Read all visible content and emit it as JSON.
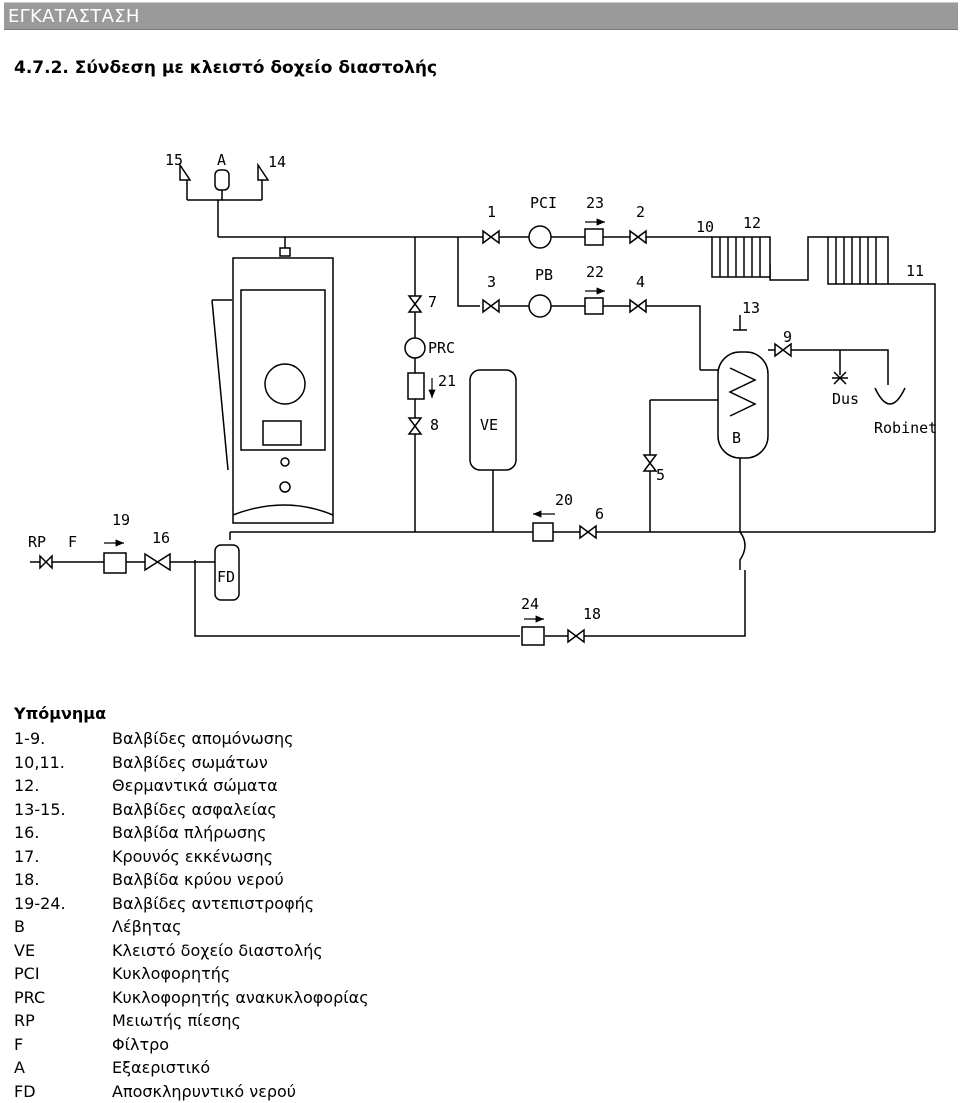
{
  "header": {
    "title": "ΕΓΚΑΤΑΣΤΑΣΗ"
  },
  "section": {
    "title": "4.7.2. Σύνδεση με κλειστό δοχείο διαστολής"
  },
  "diagram_labels": {
    "l15": "15",
    "lA": "A",
    "l14": "14",
    "l1": "1",
    "lPCI": "PCI",
    "l23": "23",
    "l2": "2",
    "l10": "10",
    "l12": "12",
    "l3": "3",
    "lPB": "PB",
    "l22": "22",
    "l4": "4",
    "l11": "11",
    "l7": "7",
    "lPRC": "PRC",
    "l21": "21",
    "l8": "8",
    "lVE": "VE",
    "l13": "13",
    "l9": "9",
    "lDus": "Dus",
    "lRobinet": "Robinet",
    "lB": "B",
    "l5": "5",
    "l20": "20",
    "l6": "6",
    "lRP": "RP",
    "lF": "F",
    "l19": "19",
    "l16": "16",
    "lFD": "FD",
    "l24": "24",
    "l18": "18"
  },
  "legend": {
    "title": "Υπόμνημα",
    "items": [
      {
        "code": "1-9.",
        "desc": "Βαλβίδες απομόνωσης"
      },
      {
        "code": "10,11.",
        "desc": "Βαλβίδες σωμάτων"
      },
      {
        "code": "12.",
        "desc": "Θερμαντικά σώματα"
      },
      {
        "code": "13-15.",
        "desc": "Βαλβίδες ασφαλείας"
      },
      {
        "code": "16.",
        "desc": "Βαλβίδα πλήρωσης"
      },
      {
        "code": "17.",
        "desc": "Κρουνός εκκένωσης"
      },
      {
        "code": "18.",
        "desc": "Βαλβίδα κρύου νερού"
      },
      {
        "code": "19-24.",
        "desc": "Βαλβίδες αντεπιστροφής"
      },
      {
        "code": "B",
        "desc": "Λέβητας"
      },
      {
        "code": "VE",
        "desc": "Κλειστό δοχείο διαστολής"
      },
      {
        "code": "PCI",
        "desc": "Κυκλοφορητής"
      },
      {
        "code": "PRC",
        "desc": "Κυκλοφορητής ανακυκλοφορίας"
      },
      {
        "code": "RP",
        "desc": "Μειωτής πίεσης"
      },
      {
        "code": "F",
        "desc": "Φίλτρο"
      },
      {
        "code": "A",
        "desc": "Εξαεριστικό"
      },
      {
        "code": "FD",
        "desc": "Αποσκληρυντικό νερού"
      }
    ]
  }
}
